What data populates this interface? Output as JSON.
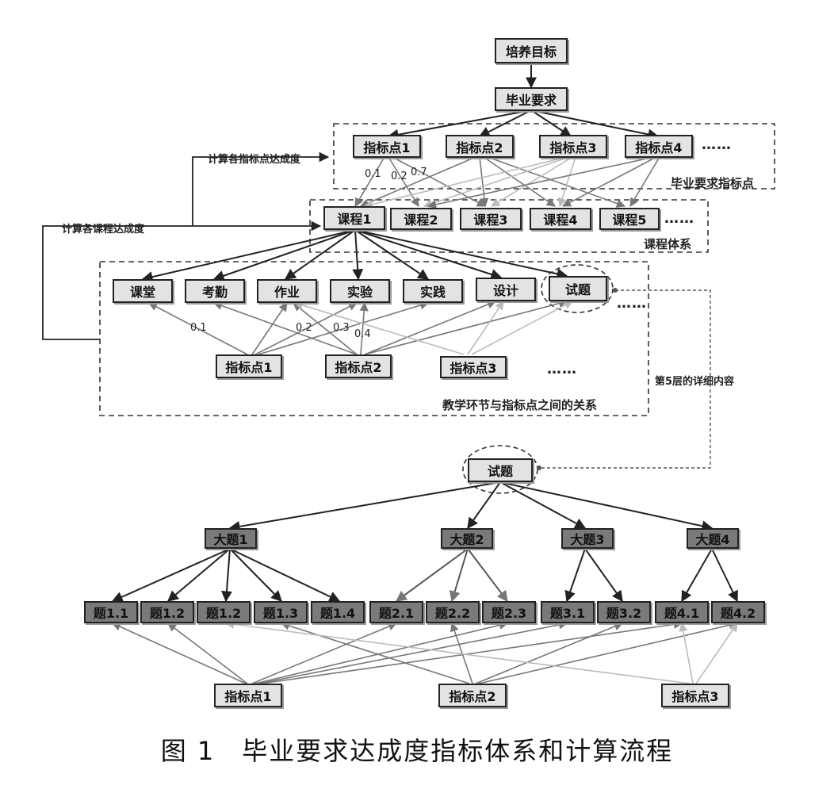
{
  "top": {
    "goal": "培养目标",
    "requirement": "毕业要求"
  },
  "indicators_top": [
    "指标点1",
    "指标点2",
    "指标点3",
    "指标点4"
  ],
  "courses": [
    "课程1",
    "课程2",
    "课程3",
    "课程4",
    "课程5"
  ],
  "activities": [
    "课堂",
    "考勤",
    "作业",
    "实验",
    "实践",
    "设计",
    "试题"
  ],
  "indicators_mid": [
    "指标点1",
    "指标点2",
    "指标点3"
  ],
  "exam": "试题",
  "big_questions": [
    "大题1",
    "大题2",
    "大题3",
    "大题4"
  ],
  "questions": [
    "题1.1",
    "题1.2",
    "题1.2",
    "题1.3",
    "题1.4",
    "题2.1",
    "题2.2",
    "题2.3",
    "题3.1",
    "题3.2",
    "题4.1",
    "题4.2"
  ],
  "indicators_bottom": [
    "指标点1",
    "指标点2",
    "指标点3"
  ],
  "weights": {
    "w01": "0.1",
    "w02": "0.2",
    "w07": "0.7",
    "m01": "0.1",
    "m02": "0.2",
    "m03": "0.3",
    "m04": "0.4"
  },
  "labels": {
    "calc_indicator": "计算各指标点达成度",
    "calc_course": "计算各课程达成度",
    "region_indicators": "毕业要求指标点",
    "region_courses": "课程体系",
    "region_relation": "教学环节与指标点之间的关系",
    "detail_layer5": "第5层的详细内容",
    "ellipsis": "……"
  },
  "caption": "图 1　毕业要求达成度指标体系和计算流程"
}
